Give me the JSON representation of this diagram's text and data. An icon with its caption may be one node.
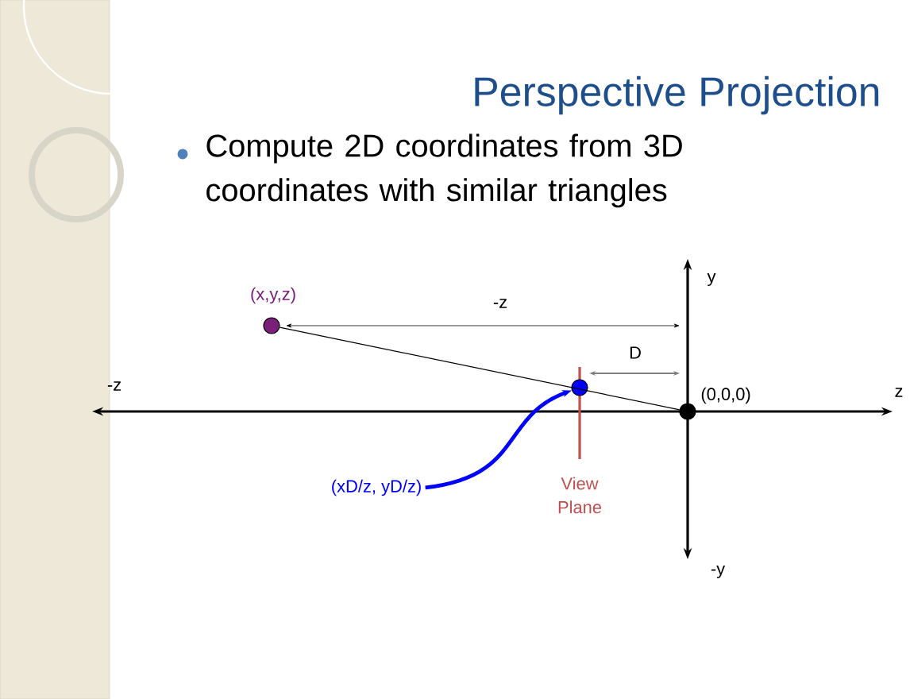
{
  "diagram": {
    "title": "Perspective Projection",
    "nodes": [
      {
        "text": [],
        "shape": "circle",
        "beside": [
          "(x,y,z)"
        ]
      },
      {
        "text": [],
        "shape": "circle"
      },
      {
        "text": [],
        "shape": "circle",
        "beside": [
          "(0,0,0)"
        ]
      },
      {
        "text": [
          "(xD/z, yD/z)"
        ]
      }
    ],
    "edges": [
      {
        "from": 0,
        "to": 2,
        "arrow": "none"
      },
      {
        "from": 3,
        "to": 1,
        "arrow": "to",
        "style": "thick",
        "color": "#0000ff"
      }
    ],
    "labels": [
      "Compute 2D coordinates from 3D coordinates with similar triangles",
      "y",
      "-z",
      "D",
      "-z",
      "z",
      "View Plane",
      "-y"
    ]
  }
}
